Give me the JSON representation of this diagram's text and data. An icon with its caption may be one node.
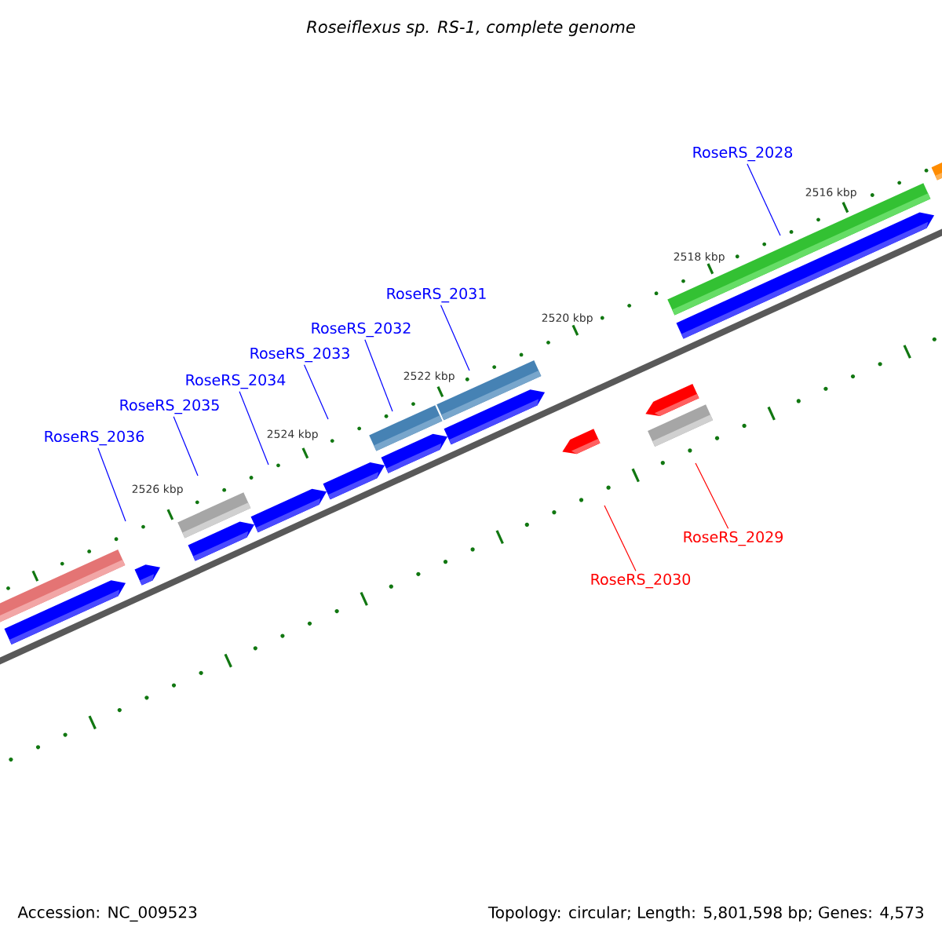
{
  "diagram": {
    "title": "Roseiflexus sp. RS-1, complete genome",
    "nodes": [
      {
        "text": [
          "RoseRS_2028"
        ]
      },
      {
        "text": [
          "RoseRS_2031"
        ]
      },
      {
        "text": [
          "RoseRS_2032"
        ]
      },
      {
        "text": [
          "RoseRS_2033"
        ]
      },
      {
        "text": [
          "RoseRS_2034"
        ]
      },
      {
        "text": [
          "RoseRS_2035"
        ]
      },
      {
        "text": [
          "RoseRS_2036"
        ]
      },
      {
        "text": [
          "RoseRS_2029"
        ]
      },
      {
        "text": [
          "RoseRS_2030"
        ]
      }
    ],
    "edges": [
      {
        "from": 0,
        "to": null,
        "arrow": "none"
      },
      {
        "from": 1,
        "to": null,
        "arrow": "none"
      },
      {
        "from": 2,
        "to": null,
        "arrow": "none"
      },
      {
        "from": 3,
        "to": null,
        "arrow": "none"
      },
      {
        "from": 4,
        "to": null,
        "arrow": "none"
      },
      {
        "from": 5,
        "to": null,
        "arrow": "none"
      },
      {
        "from": 6,
        "to": null,
        "arrow": "none"
      },
      {
        "from": 7,
        "to": null,
        "arrow": "none",
        "color": "#ff0000"
      },
      {
        "from": 8,
        "to": null,
        "arrow": "none",
        "color": "#ff0000"
      }
    ],
    "labels": [
      "2516 kbp",
      "2518 kbp",
      "2520 kbp",
      "2522 kbp",
      "2524 kbp",
      "2526 kbp",
      "Accession: NC_009523",
      "Topology: circular; Length: 5,801,598 bp; Genes: 4,573"
    ]
  }
}
